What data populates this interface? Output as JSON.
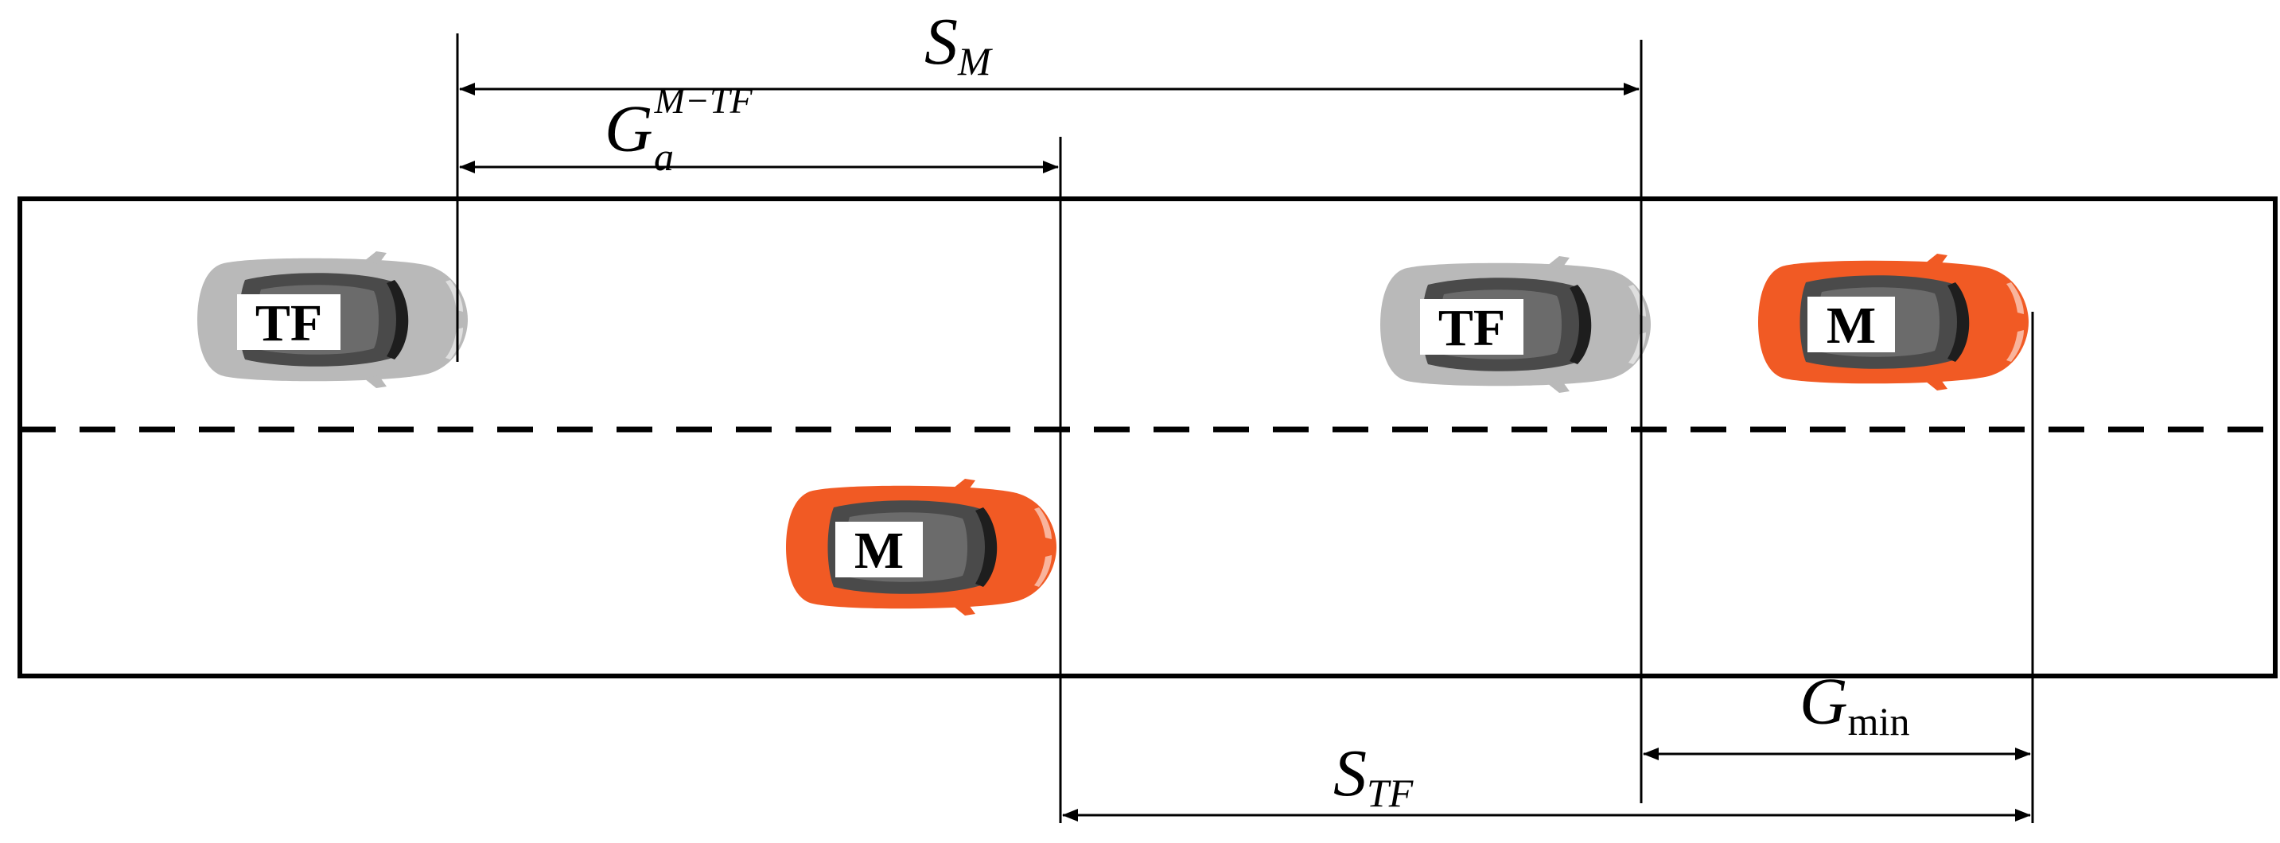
{
  "labels": {
    "s_m": {
      "base": "S",
      "sub": "M"
    },
    "g_a": {
      "base": "G",
      "sub": "a",
      "sup": "M−TF"
    },
    "g_min": {
      "base": "G",
      "sub": "min"
    },
    "s_tf": {
      "base": "S",
      "sub": "TF"
    }
  },
  "cars": [
    {
      "label": "TF",
      "role": "follower",
      "color": "#b9b9b9"
    },
    {
      "label": "TF",
      "role": "follower",
      "color": "#b9b9b9"
    },
    {
      "label": "M",
      "role": "merging",
      "color": "#f15a24"
    },
    {
      "label": "M",
      "role": "merging",
      "color": "#f15a24"
    }
  ],
  "colors": {
    "follower_body": "#b9b9b9",
    "merging_body": "#f15a24",
    "line": "#000000"
  }
}
